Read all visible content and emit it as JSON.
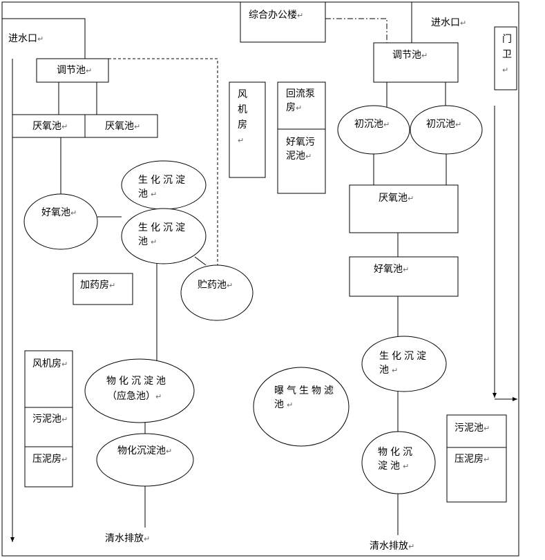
{
  "mark": "↵",
  "office": "综合办公楼",
  "inlet_left": "进水口",
  "inlet_right": "进水口",
  "gate": "门卫",
  "left_plant": {
    "regulating_tank": "调节池",
    "anaerobic_1": "厌氧池",
    "anaerobic_2": "厌氧池",
    "aerobic": "好氧池",
    "biochem_settle_1": "生化沉淀池",
    "biochem_settle_2": "生化沉淀池",
    "dosing_room": "加药房",
    "chem_storage": "贮药池",
    "blower_room": "风机房",
    "sludge_tank": "污泥池",
    "press_room": "压泥房",
    "physchem_emergency_line1": "物化沉淀池",
    "physchem_emergency_line2": "（应急池）",
    "physchem_settle": "物化沉淀池",
    "discharge": "清水排放"
  },
  "center": {
    "blower_room": "风机房",
    "return_pump": "回流泵房",
    "aerobic_sludge": "好氧污泥池",
    "aerated_biofilter": "曝气生物滤池"
  },
  "right_plant": {
    "regulating_tank": "调节池",
    "primary_settle_1": "初沉池",
    "primary_settle_2": "初沉池",
    "anaerobic": "厌氧池",
    "aerobic": "好氧池",
    "biochem_settle": "生化沉淀池",
    "physchem_settle": "物化沉淀池",
    "sludge_tank": "污泥池",
    "press_room": "压泥房",
    "discharge": "清水排放"
  }
}
